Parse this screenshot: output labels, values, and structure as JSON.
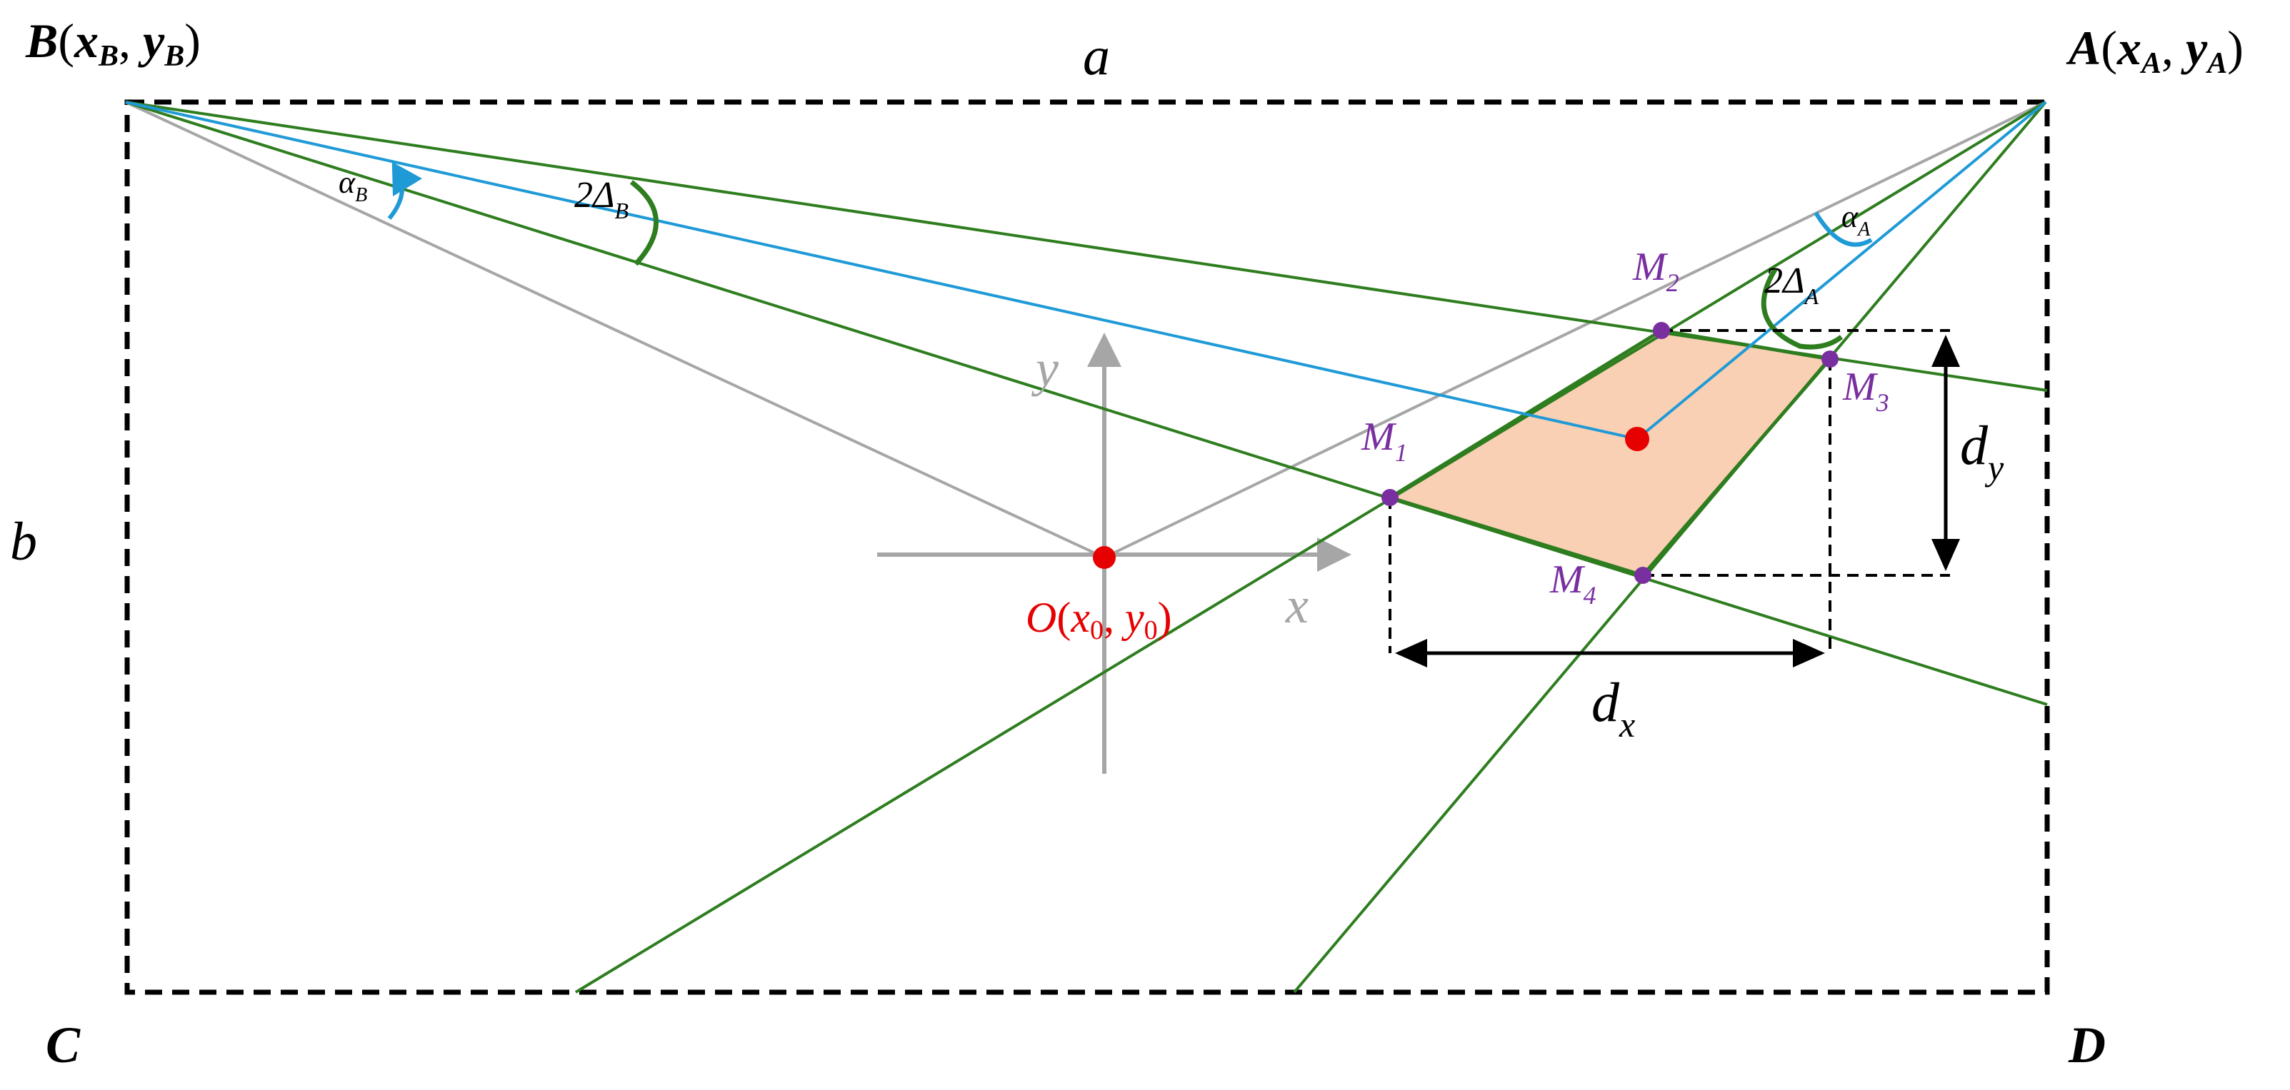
{
  "colors": {
    "frame": "#000000",
    "bearing_line": "#2e7d1f",
    "center_line": "#1f9ad6",
    "reference_line": "#a6a6a6",
    "axis": "#a6a6a6",
    "origin": "#e60000",
    "vertex": "#7a2fa0",
    "vertex_label": "#7a2fa0",
    "region_fill": "#f9d0b4",
    "angle_arc_alpha": "#1f9ad6",
    "angle_arc_delta": "#2e7d1f",
    "dimension": "#000000"
  },
  "labels": {
    "corner_b": {
      "letter": "B",
      "open": "(",
      "x": "x",
      "x_sub": "B",
      "comma": ", ",
      "y": "y",
      "y_sub": "B",
      "close": ")"
    },
    "corner_a": {
      "letter": "A",
      "open": "(",
      "x": "x",
      "x_sub": "A",
      "comma": ", ",
      "y": "y",
      "y_sub": "A",
      "close": ")"
    },
    "corner_c": "C",
    "corner_d": "D",
    "side_a": "a",
    "side_b": "b",
    "axis_x": "x",
    "axis_y": "y",
    "origin": {
      "letter": "O",
      "open": "(",
      "x": "x",
      "x_sub": "0",
      "comma": ", ",
      "y": "y",
      "y_sub": "0",
      "close": ")"
    },
    "alpha_b": {
      "main": "α",
      "sub": "B"
    },
    "alpha_a": {
      "main": "α",
      "sub": "A"
    },
    "delta_b": {
      "num": "2",
      "main": "Δ",
      "sub": "B"
    },
    "delta_a": {
      "num": "2",
      "main": "Δ",
      "sub": "A"
    },
    "m1": {
      "main": "M",
      "sub": "1"
    },
    "m2": {
      "main": "M",
      "sub": "2"
    },
    "m3": {
      "main": "M",
      "sub": "3"
    },
    "m4": {
      "main": "M",
      "sub": "4"
    },
    "dx": {
      "main": "d",
      "sub": "x"
    },
    "dy": {
      "main": "d",
      "sub": "y"
    }
  }
}
